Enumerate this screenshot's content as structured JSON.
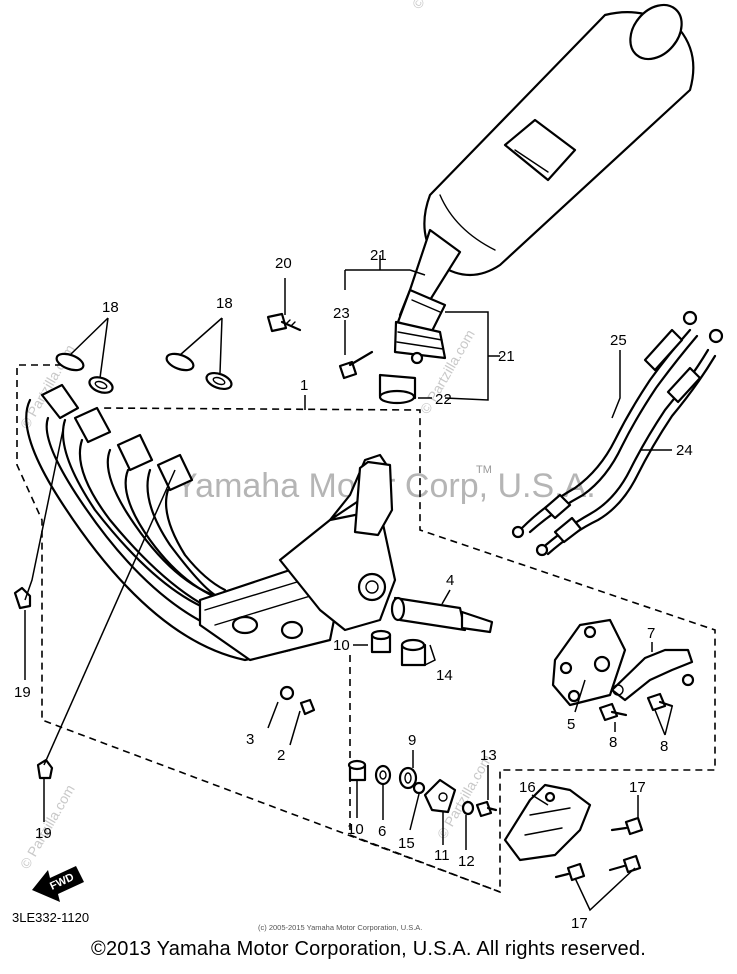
{
  "callouts": {
    "c1": "1",
    "c2": "2",
    "c3": "3",
    "c4": "4",
    "c5": "5",
    "c6": "6",
    "c7": "7",
    "c8a": "8",
    "c8b": "8",
    "c9": "9",
    "c10a": "10",
    "c10b": "10",
    "c11": "11",
    "c12": "12",
    "c13": "13",
    "c14": "14",
    "c15": "15",
    "c16": "16",
    "c17a": "17",
    "c17b": "17",
    "c18a": "18",
    "c18b": "18",
    "c19a": "19",
    "c19b": "19",
    "c20": "20",
    "c21a": "21",
    "c21b": "21",
    "c22": "22",
    "c23": "23",
    "c24": "24",
    "c25": "25"
  },
  "watermarks": {
    "center": "Yamaha Motor Corp, U.S.A.",
    "trademark": "TM",
    "site": "© Partzilla.com",
    "site_b": "© Partzilla.com",
    "site_c": "© Partzilla.com",
    "site_d": "© Partzilla.com",
    "site_e": "© Partzilla.com"
  },
  "fwd_label": "FWD",
  "diagram_code": "3LE332-1120",
  "small_copyright": "(c) 2005-2015 Yamaha Motor Corporation, U.S.A.",
  "footer": "©2013 Yamaha Motor Corporation, U.S.A. All rights reserved."
}
